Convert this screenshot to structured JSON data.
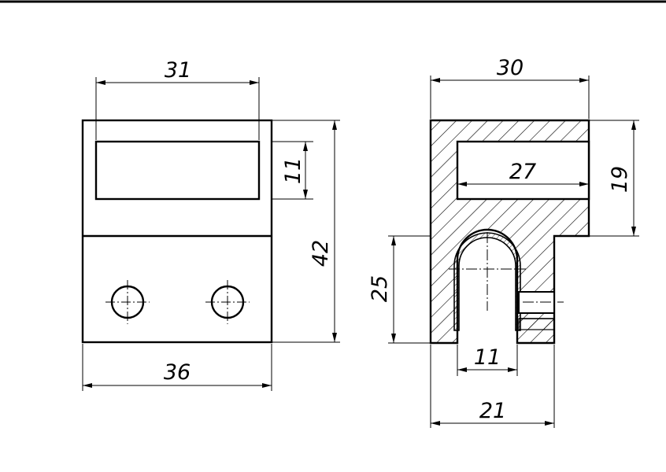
{
  "front_view": {
    "dim_top_width": "31",
    "dim_slot_height": "11",
    "dim_total_height": "42",
    "dim_bottom_width": "36"
  },
  "section_view": {
    "dim_top_width": "30",
    "dim_inner_width": "27",
    "dim_right_height": "19",
    "dim_left_height": "25",
    "dim_slot_width": "11",
    "dim_bottom_width": "21"
  },
  "colors": {
    "line": "#000000",
    "background": "#ffffff"
  }
}
